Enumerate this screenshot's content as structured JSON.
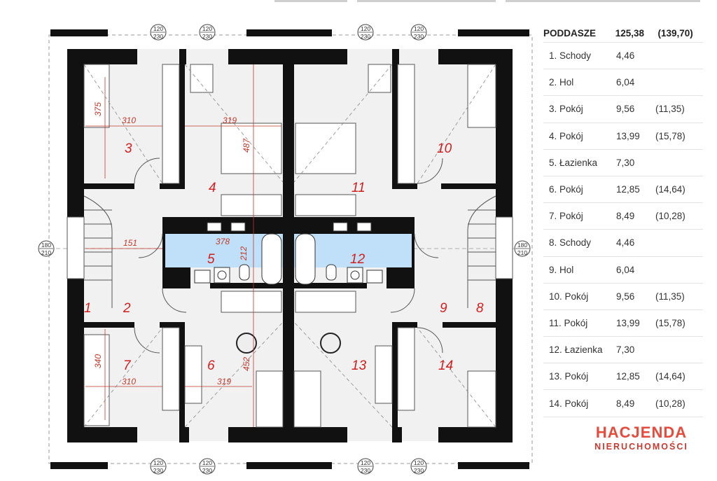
{
  "floor_plan": {
    "room_numbers": [
      "1",
      "2",
      "3",
      "4",
      "5",
      "6",
      "7",
      "8",
      "9",
      "10",
      "11",
      "12",
      "13",
      "14"
    ],
    "dimensions": [
      "375",
      "310",
      "319",
      "487",
      "151",
      "378",
      "212",
      "340",
      "310",
      "319",
      "452"
    ],
    "window_marks": {
      "top_bottom": [
        "120",
        "230"
      ],
      "sides": [
        "180",
        "210"
      ]
    }
  },
  "area_table": {
    "header": {
      "name": "PODDASZE",
      "area": "125,38",
      "gross": "(139,70)"
    },
    "rows": [
      {
        "name": "1. Schody",
        "area": "4,46",
        "gross": ""
      },
      {
        "name": "2. Hol",
        "area": "6,04",
        "gross": ""
      },
      {
        "name": "3. Pokój",
        "area": "9,56",
        "gross": "(11,35)"
      },
      {
        "name": "4. Pokój",
        "area": "13,99",
        "gross": "(15,78)"
      },
      {
        "name": "5. Łazienka",
        "area": "7,30",
        "gross": ""
      },
      {
        "name": "6. Pokój",
        "area": "12,85",
        "gross": "(14,64)"
      },
      {
        "name": "7. Pokój",
        "area": "8,49",
        "gross": "(10,28)"
      },
      {
        "name": "8. Schody",
        "area": "4,46",
        "gross": ""
      },
      {
        "name": "9. Hol",
        "area": "6,04",
        "gross": ""
      },
      {
        "name": "10. Pokój",
        "area": "9,56",
        "gross": "(11,35)"
      },
      {
        "name": "11. Pokój",
        "area": "13,99",
        "gross": "(15,78)"
      },
      {
        "name": "12. Łazienka",
        "area": "7,30",
        "gross": ""
      },
      {
        "name": "13. Pokój",
        "area": "12,85",
        "gross": "(14,64)"
      },
      {
        "name": "14. Pokój",
        "area": "8,49",
        "gross": "(10,28)"
      }
    ]
  },
  "logo": {
    "line1": "HACJENDA",
    "line2": "NIERUCHOMOŚCI"
  },
  "colors": {
    "wall": "#111111",
    "bathroom": "#bfe0f8",
    "dimension": "#c0392b",
    "room_number": "#d21e1e",
    "logo": "#e54b3c"
  }
}
